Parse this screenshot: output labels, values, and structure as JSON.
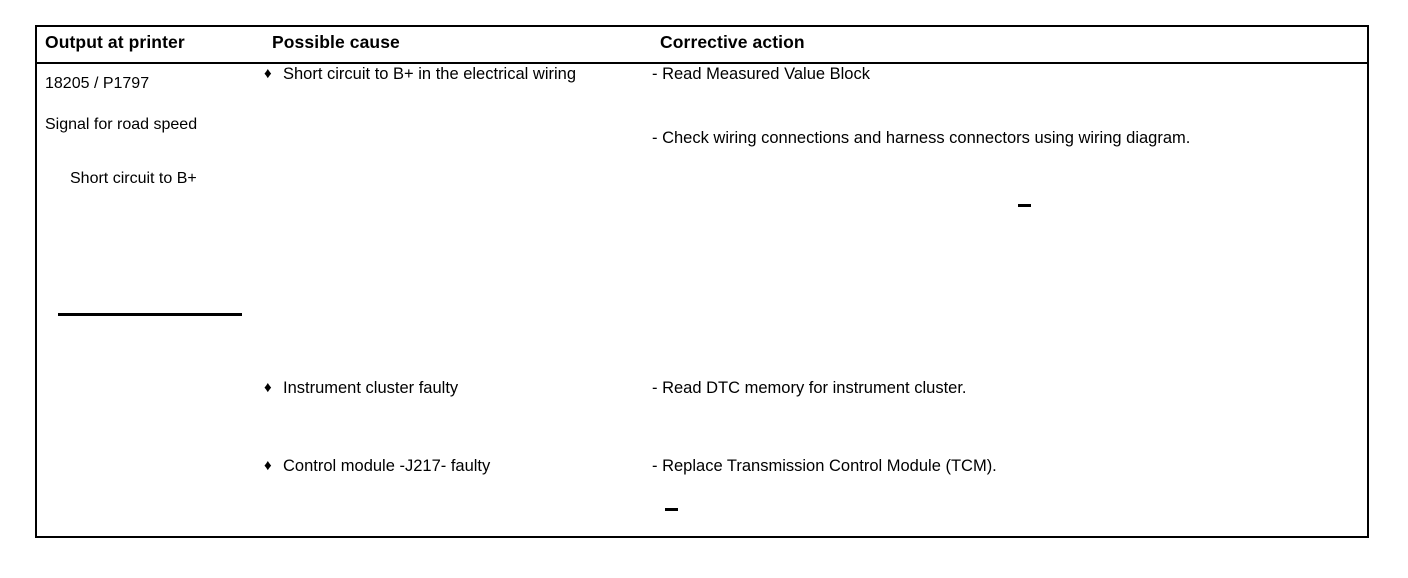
{
  "document": {
    "type": "diagnostic-trouble-code-table",
    "table": {
      "headers": [
        "Output at printer",
        "Possible cause",
        "Corrective action"
      ],
      "fault": {
        "code": "18205 / P1797",
        "title": "Signal for road speed",
        "detail": "Short circuit to B+"
      },
      "rows": [
        {
          "bullet": "♦",
          "cause": "Short circuit to B+ in the electrical wiring",
          "actions": [
            "- Read Measured Value Block",
            "- Check wiring connections and harness connectors using wiring diagram."
          ]
        },
        {
          "bullet": "♦",
          "cause": "Instrument cluster faulty",
          "actions": [
            "- Read DTC memory for instrument cluster."
          ]
        },
        {
          "bullet": "♦",
          "cause": "Control module -J217- faulty",
          "actions": [
            "- Replace Transmission Control Module (TCM)."
          ]
        }
      ]
    },
    "colors": {
      "text": "#000000",
      "background": "#ffffff",
      "border": "#000000"
    }
  }
}
